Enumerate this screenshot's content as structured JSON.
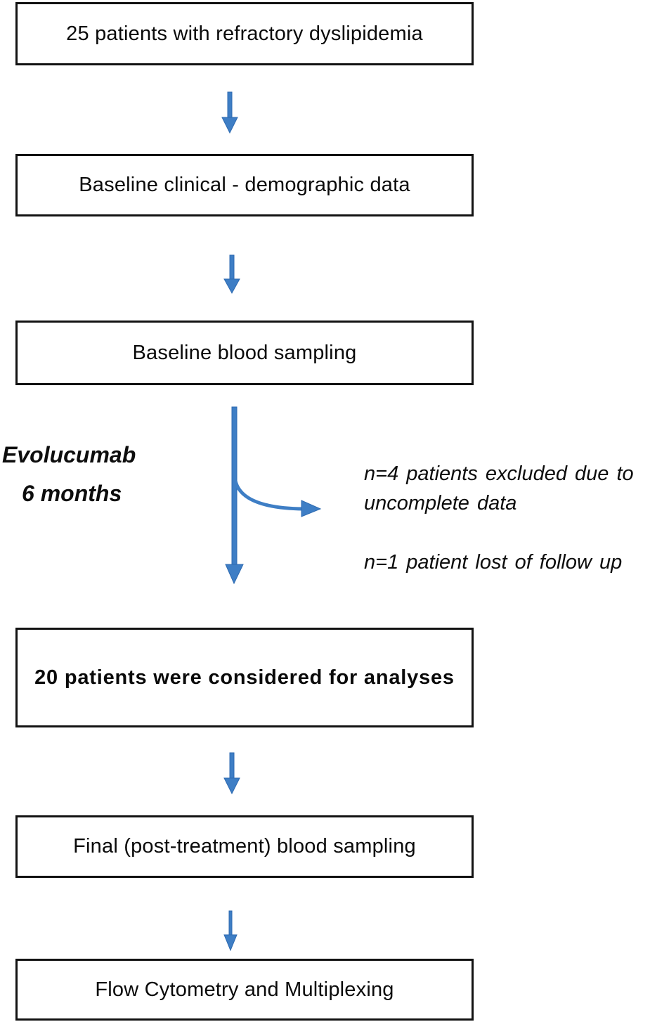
{
  "flow": {
    "boxes": [
      {
        "label": "25 patients with refractory dyslipidemia"
      },
      {
        "label": "Baseline clinical - demographic data"
      },
      {
        "label": "Baseline blood sampling"
      },
      {
        "label": "20 patients were considered for analyses"
      },
      {
        "label": "Final (post-treatment) blood sampling"
      },
      {
        "label": "Flow Cytometry and Multiplexing"
      }
    ],
    "treatment_label": {
      "line1": "Evolucumab",
      "line2": "6 months"
    },
    "notes": {
      "excluded_line1": "n=4 patients excluded due to",
      "excluded_line2": "uncomplete data",
      "lost": "n=1 patient lost of follow up"
    },
    "colors": {
      "arrow_fill": "#3e7ec5",
      "arrow_edge": "#2d6ab1",
      "box_border": "#121212",
      "box_fill": "#ffffff",
      "text": "#0a0a0a"
    }
  }
}
